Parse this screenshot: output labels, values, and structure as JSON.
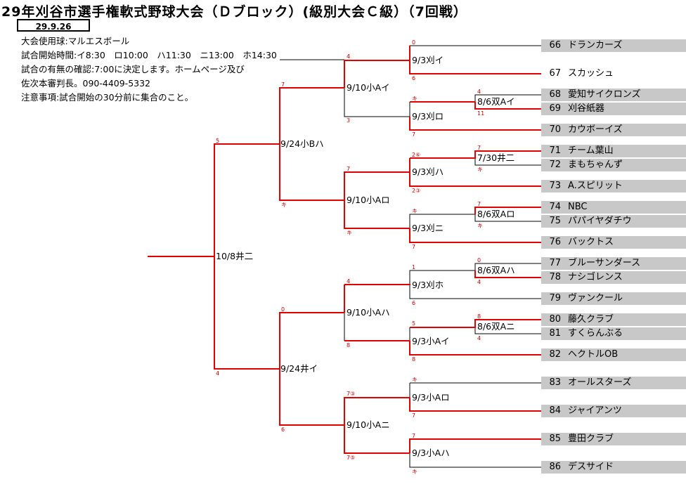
{
  "title": "29年刈谷市選手権軟式野球大会（Ｄブロック）(級別大会Ｃ級）（7回戦）",
  "date": "29.9.26",
  "info": [
    "大会使用球:マルエスボール",
    "試合開始時間:イ8:30　ロ10:00　ハ11:30　ニ13:00　ホ14:30",
    "試合の有無の確認:7:00に決定します。ホームページ及び",
    "佐次本審判長。090-4409-5332",
    "注意事項:試合開始の30分前に集合のこと。"
  ],
  "teams": [
    {
      "no": "66",
      "name": "ドランカーズ"
    },
    {
      "no": "67",
      "name": "スカッシュ"
    },
    {
      "no": "68",
      "name": "愛知サイクロンズ"
    },
    {
      "no": "69",
      "name": "刈谷紙器"
    },
    {
      "no": "70",
      "name": "カウボーイズ"
    },
    {
      "no": "71",
      "name": "チーム葉山"
    },
    {
      "no": "72",
      "name": "まもちゃんず"
    },
    {
      "no": "73",
      "name": "A.スピリット"
    },
    {
      "no": "74",
      "name": "NBC"
    },
    {
      "no": "75",
      "name": "パパイヤダチウ"
    },
    {
      "no": "76",
      "name": "バックトス"
    },
    {
      "no": "77",
      "name": "ブルーサンダース"
    },
    {
      "no": "78",
      "name": "ナシゴレンス"
    },
    {
      "no": "79",
      "name": "ヴァンクール"
    },
    {
      "no": "80",
      "name": "藤久クラブ"
    },
    {
      "no": "81",
      "name": "すくらんぶる"
    },
    {
      "no": "82",
      "name": "ヘクトルOB"
    },
    {
      "no": "83",
      "name": "オールスターズ"
    },
    {
      "no": "84",
      "name": "ジャイアンツ"
    },
    {
      "no": "85",
      "name": "豊田クラブ"
    },
    {
      "no": "86",
      "name": "デスサイド"
    }
  ],
  "matches": {
    "r1_a": "8/6双Aイ",
    "r1_b": "7/30井二",
    "r1_c": "8/6双Aロ",
    "r1_d": "8/6双Aハ",
    "r1_e": "8/6双Aニ",
    "r2_a": "9/3刈イ",
    "r2_b": "9/3刈ロ",
    "r2_c": "9/3刈ハ",
    "r2_d": "9/3刈ニ",
    "r2_e": "9/3刈ホ",
    "r2_f": "9/3小Aイ",
    "r2_g": "9/3小Aロ",
    "r2_h": "9/3小Aハ",
    "r3_a": "9/10小Aイ",
    "r3_b": "9/10小Aロ",
    "r3_c": "9/10小Aハ",
    "r3_d": "9/10小Aニ",
    "r4_a": "9/24小Bハ",
    "r4_b": "9/24井イ",
    "final": "10/8井二"
  },
  "scores": {
    "s66": "0",
    "s67": "6",
    "s68": "4",
    "s69": "11",
    "s70": "7",
    "s_r1a": "キ",
    "s71": "7",
    "s72": "キ",
    "s_r1b": "2⑥",
    "s73": "2③",
    "s74": "7",
    "s75": "キ",
    "s_r1c": "キ",
    "s76": "7",
    "s77": "0",
    "s78": "4",
    "s_r1d": "1",
    "s79": "6",
    "s80": "8",
    "s81": "4",
    "s_r1e": "5",
    "s82": "8",
    "s83": "キ",
    "s84": "7",
    "s85": "7",
    "s86": "キ",
    "s_r2a": "4",
    "s_r2b": "3",
    "s_r2c": "7",
    "s_r2d": "キ",
    "s_r2e": "4",
    "s_r2f": "8",
    "s_r2g": "7③",
    "s_r2h": "7⑤",
    "s_r3a": "7",
    "s_r3b": "キ",
    "s_r3c": "0",
    "s_r3d": "6",
    "s_r4a": "5",
    "s_r4b": "4"
  }
}
